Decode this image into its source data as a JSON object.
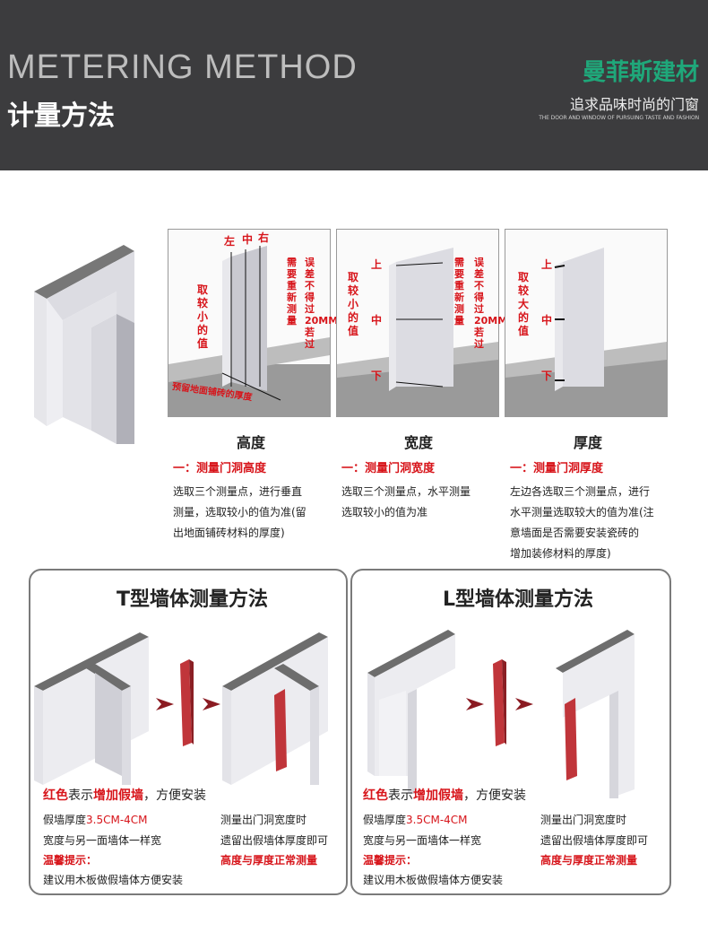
{
  "header": {
    "title_en": "METERING METHOD",
    "title_zh": "计量方法",
    "brand": "曼菲斯建材",
    "slogan": "追求品味时尚的门窗",
    "tagline": "THE DOOR AND WINDOW OF PURSUING TASTE AND FASHION"
  },
  "panels": {
    "height": {
      "label": "高度",
      "markers": [
        "左",
        "中",
        "右"
      ],
      "left_note": "取较小的值",
      "right_note_a": "误差不得过20MM若过",
      "right_note_b": "需要重新测量",
      "floor_note": "预留地面铺砖的厚度",
      "step_title": "一：测量门洞高度",
      "step_lines": [
        "选取三个测量点，进行垂直",
        "测量，选取较小的值为准(留",
        "出地面铺砖材料的厚度)"
      ]
    },
    "width": {
      "label": "宽度",
      "markers": [
        "上",
        "中",
        "下"
      ],
      "left_note": "取较小的值",
      "right_note_a": "误差不得过20MM若过",
      "right_note_b": "需要重新测量",
      "step_title": "一：测量门洞宽度",
      "step_lines": [
        "选取三个测量点，水平测量",
        "选取较小的值为准"
      ]
    },
    "thickness": {
      "label": "厚度",
      "markers": [
        "上",
        "中",
        "下"
      ],
      "left_note": "取较大的值",
      "step_title": "一：测量门洞厚度",
      "step_lines": [
        "左边各选取三个测量点，进行",
        "水平测量选取较大的值为准(注",
        "意墙面是否需要安装瓷砖的",
        "增加装修材料的厚度)"
      ]
    }
  },
  "t_box": {
    "title": "T型墙体测量方法",
    "red_a": "红色",
    "red_b": "表示",
    "red_c": "增加假墙",
    "red_d": "，方便安装",
    "line1_a": "假墙厚度",
    "line1_b": "3.5CM-4CM",
    "line2": "宽度与另一面墙体一样宽",
    "tip": "温馨提示：",
    "line3": "建议用木板做假墙体方便安装",
    "right1": "测量出门洞宽度时",
    "right2": "遗留出假墙体厚度即可",
    "right3": "高度与厚度正常测量"
  },
  "l_box": {
    "title": "L型墙体测量方法",
    "red_a": "红色",
    "red_b": "表示",
    "red_c": "增加假墙",
    "red_d": "，方便安装",
    "line1_a": "假墙厚度",
    "line1_b": "3.5CM-4CM",
    "line2": "宽度与另一面墙体一样宽",
    "tip": "温馨提示：",
    "line3": "建议用木板做假墙体方便安装",
    "right1": "测量出门洞宽度时",
    "right2": "遗留出假墙体厚度即可",
    "right3": "高度与厚度正常测量"
  },
  "colors": {
    "accent_red": "#d7141a",
    "brand_green": "#1fa87a",
    "header_bg": "#3c3c3e"
  }
}
